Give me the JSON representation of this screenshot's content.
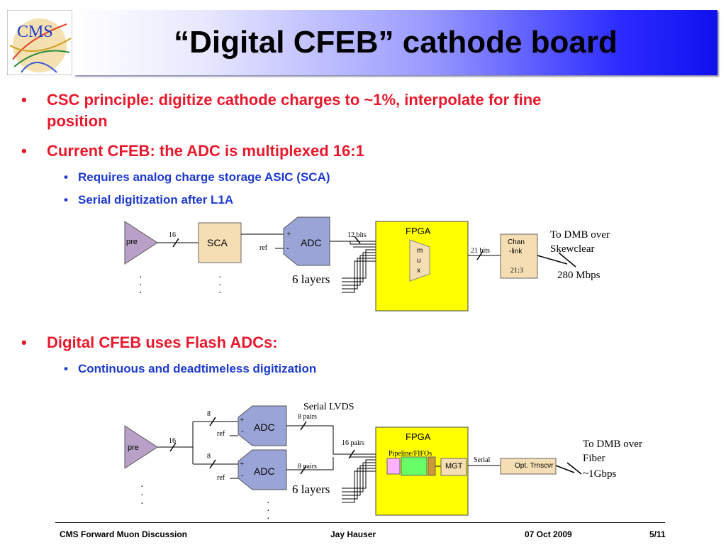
{
  "slide": {
    "title": "“Digital CFEB” cathode board",
    "logo_text": "CMS"
  },
  "bullets": {
    "b1": "CSC principle: digitize cathode charges to ~1%, interpolate for fine",
    "b1_cont": "position",
    "b2": "Current CFEB: the ADC is multiplexed 16:1",
    "b2_sub1": "Requires analog charge storage ASIC (SCA)",
    "b2_sub2": "Serial digitization after L1A",
    "b3": "Digital CFEB uses Flash ADCs:",
    "b3_sub1": "Continuous and deadtimeless digitization",
    "bullet_char": "•"
  },
  "diagram1": {
    "pre": "pre",
    "bus16": "16",
    "sca": "SCA",
    "plus": "+",
    "minus": "-",
    "ref": "ref",
    "adc": "ADC",
    "bits12": "12 bits",
    "fpga": "FPGA",
    "mux": [
      "m",
      "u",
      "x"
    ],
    "bits21": "21 bits",
    "chan1": "Chan",
    "chan2": "-link",
    "chan3": "21:3",
    "dmb1": "To DMB over",
    "dmb2": "Skewclear",
    "rate": "280 Mbps",
    "layers": "6 layers"
  },
  "diagram2": {
    "pre": "pre",
    "bus16": "16",
    "bus8a": "8",
    "bus8b": "8",
    "adc": "ADC",
    "plus": "+",
    "minus": "-",
    "ref": "ref",
    "pairs8a": "8 pairs",
    "pairs8b": "8 pairs",
    "serial_lvds": "Serial LVDS",
    "pairs16": "16 pairs",
    "fpga": "FPGA",
    "pipeline": "Pipeline/FIFOs",
    "mgt": "MGT",
    "serial": "Serial",
    "trnscvr": "Opt. Trnscvr",
    "dmb1": "To DMB over",
    "dmb2": "Fiber",
    "rate": "~1Gbps",
    "layers": "6 layers"
  },
  "footer": {
    "left": "CMS Forward Muon Discussion",
    "center": "Jay Hauser",
    "date": "07 Oct 2009",
    "page": "5/11"
  },
  "colors": {
    "bullet_red": "#e8192c",
    "bullet_blue": "#1c3acc",
    "fpga_yellow": "#ffff00",
    "box_tan": "#f5deb3",
    "adc_blue": "#9aa4d6",
    "pre_purple": "#b9a0c8"
  }
}
